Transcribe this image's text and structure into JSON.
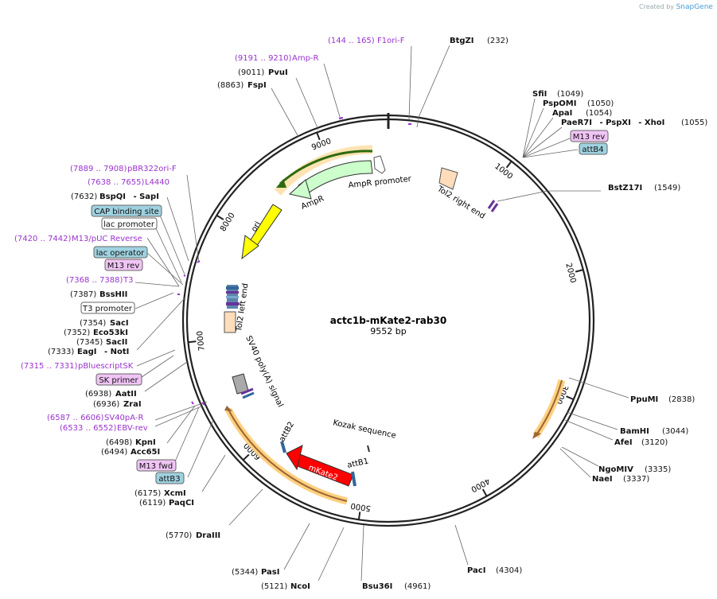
{
  "credit": {
    "created_by": "Created by",
    "brand": "SnapGene"
  },
  "plasmid": {
    "name": "actc1b-mKate2-rab30",
    "length_label": "9552 bp",
    "length": 9552
  },
  "tick_labels": [
    "1000",
    "2000",
    "3000",
    "4000",
    "5000",
    "6000",
    "7000",
    "8000",
    "9000"
  ],
  "colors": {
    "backbone": "#222222",
    "purple": "#9933cc",
    "amp": "#ccffcc",
    "ori": "#ffff00",
    "mkate2": "#ff0000",
    "yellow_hl": "#ffd080",
    "tol2": "#ffddbb"
  },
  "right_sites": [
    {
      "name": "BtgZI",
      "pos": "(232)"
    },
    {
      "name": "SfiI",
      "pos": "(1049)"
    },
    {
      "name": "PspOMI",
      "pos": "(1050)"
    },
    {
      "name": "ApaI",
      "pos": "(1054)"
    },
    {
      "name": "PaeR7I",
      "extra1": "- PspXI",
      "extra2": "- XhoI",
      "pos": "(1055)"
    },
    {
      "name": "BstZ17I",
      "pos": "(1549)"
    },
    {
      "name": "PpuMI",
      "pos": "(2838)"
    },
    {
      "name": "BamHI",
      "pos": "(3044)"
    },
    {
      "name": "AfeI",
      "pos": "(3120)"
    },
    {
      "name": "NgoMIV",
      "pos": "(3335)"
    },
    {
      "name": "NaeI",
      "pos": "(3337)"
    },
    {
      "name": "PacI",
      "pos": "(4304)"
    },
    {
      "name": "Bsu36I",
      "pos": "(4961)"
    }
  ],
  "right_boxes": [
    {
      "text": "M13 rev"
    },
    {
      "text": "attB4"
    }
  ],
  "top_features": [
    {
      "range": "(144 .. 165)",
      "name": "F1ori-F"
    },
    {
      "range": "(9191 .. 9210)",
      "name": "Amp-R"
    }
  ],
  "left_sites": [
    {
      "pos": "(9011)",
      "name": "PvuI"
    },
    {
      "pos": "(8863)",
      "name": "FspI"
    },
    {
      "pos": "(7632)",
      "name": "BspQI",
      "extra": "- SapI"
    },
    {
      "pos": "(7387)",
      "name": "BssHII"
    },
    {
      "pos": "(7354)",
      "name": "SacI"
    },
    {
      "pos": "(7352)",
      "name": "Eco53kI"
    },
    {
      "pos": "(7345)",
      "name": "SacII"
    },
    {
      "pos": "(7333)",
      "name": "EagI",
      "extra": "- NotI"
    },
    {
      "pos": "(6938)",
      "name": "AatII"
    },
    {
      "pos": "(6936)",
      "name": "ZraI"
    },
    {
      "pos": "(6498)",
      "name": "KpnI"
    },
    {
      "pos": "(6494)",
      "name": "Acc65I"
    },
    {
      "pos": "(6175)",
      "name": "XcmI"
    },
    {
      "pos": "(6119)",
      "name": "PaqCI"
    },
    {
      "pos": "(5770)",
      "name": "DraIII"
    },
    {
      "pos": "(5344)",
      "name": "PasI"
    },
    {
      "pos": "(5121)",
      "name": "NcoI"
    }
  ],
  "left_features": [
    {
      "range": "(7889 .. 7908)",
      "name": "pBR322ori-F"
    },
    {
      "range": "(7638 .. 7655)",
      "name": "L4440"
    },
    {
      "range": "(7420 .. 7442)",
      "name": "M13/pUC Reverse"
    },
    {
      "range": "(7368 .. 7388)",
      "name": "T3"
    },
    {
      "range": "(7315 .. 7331)",
      "name": "pBluescriptSK"
    },
    {
      "range": "(6587 .. 6606)",
      "name": "SV40pA-R"
    },
    {
      "range": "(6533 .. 6552)",
      "name": "EBV-rev"
    }
  ],
  "left_boxes": [
    {
      "text": "CAP binding site"
    },
    {
      "text": "lac promoter"
    },
    {
      "text": "lac operator"
    },
    {
      "text": "M13 rev"
    },
    {
      "text": "T3 promoter"
    },
    {
      "text": "SK primer"
    },
    {
      "text": "M13 fwd"
    },
    {
      "text": "attB3"
    }
  ],
  "inner_labels": {
    "amp_promoter": "AmpR promoter",
    "ampr": "AmpR",
    "ori": "ori",
    "tol2_right": "Tol2 right end",
    "tol2_left": "Tol2 left end",
    "sv40": "SV40 poly(A) signal",
    "kozak": "Kozak sequence",
    "attb1": "attB1",
    "attb2": "attB2",
    "mkate2": "mKate2"
  }
}
